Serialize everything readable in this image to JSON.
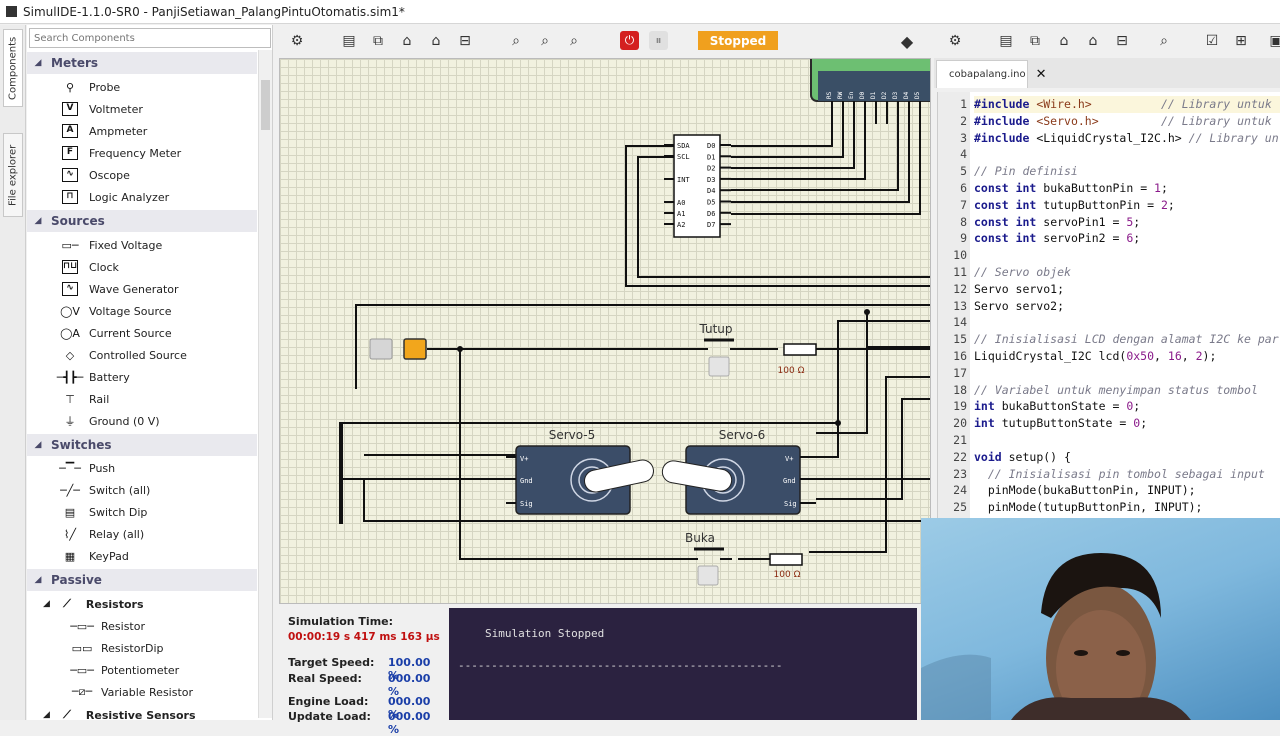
{
  "window": {
    "title": "SimulIDE-1.1.0-SR0 - PanjiSetiawan_PalangPintuOtomatis.sim1*"
  },
  "side_tabs": [
    "Components",
    "File explorer"
  ],
  "components_panel": {
    "search_placeholder": "Search Components",
    "categories": [
      {
        "name": "Meters",
        "items": [
          "Probe",
          "Voltmeter",
          "Ampmeter",
          "Frequency Meter",
          "Oscope",
          "Logic Analyzer"
        ]
      },
      {
        "name": "Sources",
        "items": [
          "Fixed Voltage",
          "Clock",
          "Wave Generator",
          "Voltage Source",
          "Current Source",
          "Controlled Source",
          "Battery",
          "Rail",
          "Ground (0 V)"
        ]
      },
      {
        "name": "Switches",
        "items": [
          "Push",
          "Switch (all)",
          "Switch Dip",
          "Relay (all)",
          "KeyPad"
        ]
      },
      {
        "name": "Passive",
        "subgroup": "Resistors",
        "items": [
          "Resistor",
          "ResistorDip",
          "Potentiometer",
          "Variable Resistor"
        ],
        "next_subgroup": "Resistive Sensors"
      }
    ]
  },
  "circuit_toolbar": {
    "status": "Stopped"
  },
  "circuit": {
    "lcd_pins": [
      "RS",
      "RW",
      "En",
      "D0",
      "D1",
      "D2",
      "D3",
      "D4",
      "D5"
    ],
    "i2c_chip": {
      "left_pins": [
        "SDA",
        "SCL",
        "INT",
        "A0",
        "A1",
        "A2"
      ],
      "right_pins": [
        "D0",
        "D1",
        "D2",
        "D3",
        "D4",
        "D5",
        "D6",
        "D7"
      ]
    },
    "servo_left": {
      "label": "Servo-5",
      "pins": [
        "V+",
        "Gnd",
        "Sig"
      ]
    },
    "servo_right": {
      "label": "Servo-6",
      "pins": [
        "V+",
        "Gnd",
        "Sig"
      ]
    },
    "button_top": {
      "label": "Tutup"
    },
    "button_bottom": {
      "label": "Buka"
    },
    "resistor_top": {
      "value": "100 Ω"
    },
    "resistor_bottom": {
      "value": "100 Ω"
    }
  },
  "sim_info": {
    "sim_time_label": "Simulation Time:",
    "sim_time_value": "00:00:19 s  417 ms  163 µs",
    "target_speed_label": "Target Speed:",
    "target_speed_value": "100.00 %",
    "real_speed_label": "Real Speed:",
    "real_speed_value": "000.00 %",
    "engine_load_label": "Engine Load:",
    "engine_load_value": "000.00 %",
    "update_load_label": "Update Load:",
    "update_load_value": "000.00 %"
  },
  "console": {
    "message": "Simulation Stopped",
    "separator": "-------------------------------------------------"
  },
  "editor": {
    "tab_name": "cobapalang.ino",
    "lines": [
      "#include <Wire.h>          // Library untuk",
      "#include <Servo.h>         // Library untuk",
      "#include <LiquidCrystal_I2C.h> // Library un",
      "",
      "// Pin definisi",
      "const int bukaButtonPin = 1;",
      "const int tutupButtonPin = 2;",
      "const int servoPin1 = 5;",
      "const int servoPin2 = 6;",
      "",
      "// Servo objek",
      "Servo servo1;",
      "Servo servo2;",
      "",
      "// Inisialisasi LCD dengan alamat I2C ke par",
      "LiquidCrystal_I2C lcd(0x50, 16, 2);",
      "",
      "// Variabel untuk menyimpan status tombol",
      "int bukaButtonState = 0;",
      "int tutupButtonState = 0;",
      "",
      "void setup() {",
      "  // Inisialisasi pin tombol sebagai input",
      "  pinMode(bukaButtonPin, INPUT);",
      "  pinMode(tutupButtonPin, INPUT);"
    ]
  }
}
